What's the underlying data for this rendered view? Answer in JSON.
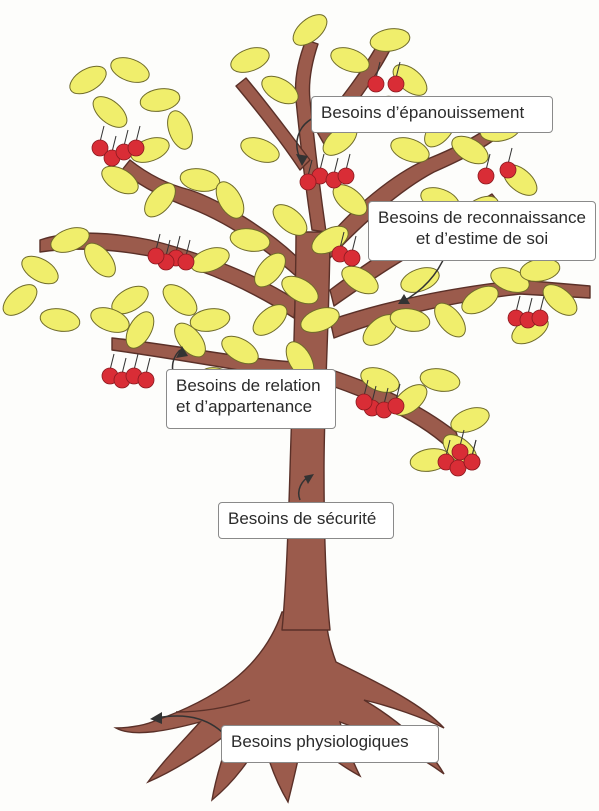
{
  "diagram": {
    "labels": {
      "self_actualization": "Besoins d’épanouissement",
      "esteem_line1": "Besoins de reconnaissance",
      "esteem_line2": "et d’estime de soi",
      "belonging_line1": "Besoins de relation",
      "belonging_line2": "et d’appartenance",
      "safety": "Besoins de sécurité",
      "physiological": "Besoins physiologiques"
    },
    "colors": {
      "trunk": "#9b5b4c",
      "trunk_outline": "#5a3028",
      "leaf": "#f0ee6c",
      "leaf_outline": "#6f6b2a",
      "cherry": "#d92d36",
      "arrow": "#333333"
    }
  }
}
